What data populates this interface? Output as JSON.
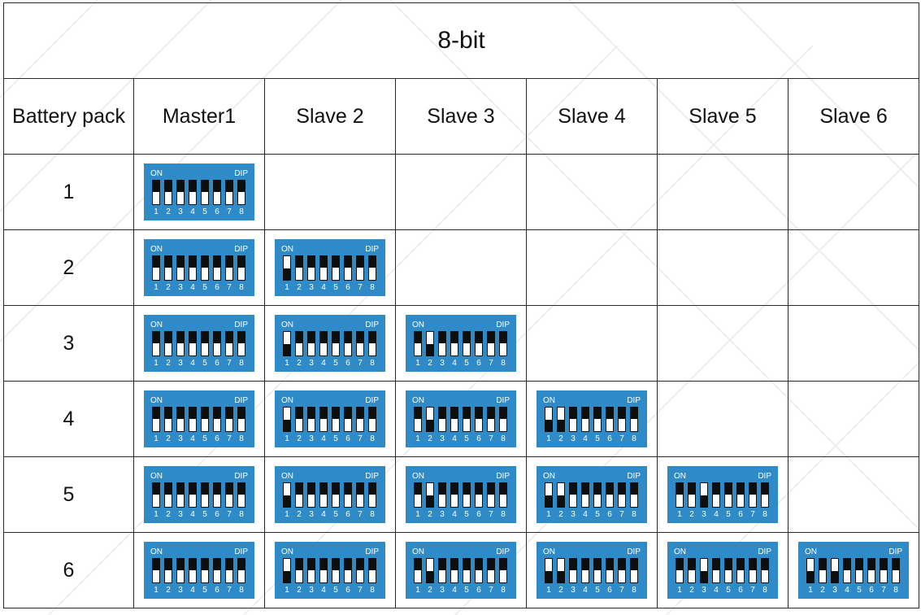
{
  "title": "8-bit",
  "header": {
    "first_col": "Battery pack",
    "columns": [
      "Master1",
      "Slave 2",
      "Slave 3",
      "Slave 4",
      "Slave 5",
      "Slave 6"
    ]
  },
  "dip_labels": {
    "on": "ON",
    "dip": "DIP",
    "numbers": [
      "1",
      "2",
      "3",
      "4",
      "5",
      "6",
      "7",
      "8"
    ]
  },
  "rows": [
    {
      "label": "1",
      "cells": [
        [
          1,
          1,
          1,
          1,
          1,
          1,
          1,
          1
        ],
        null,
        null,
        null,
        null,
        null
      ]
    },
    {
      "label": "2",
      "cells": [
        [
          1,
          1,
          1,
          1,
          1,
          1,
          1,
          1
        ],
        [
          0,
          1,
          1,
          1,
          1,
          1,
          1,
          1
        ],
        null,
        null,
        null,
        null
      ]
    },
    {
      "label": "3",
      "cells": [
        [
          1,
          1,
          1,
          1,
          1,
          1,
          1,
          1
        ],
        [
          0,
          1,
          1,
          1,
          1,
          1,
          1,
          1
        ],
        [
          1,
          0,
          1,
          1,
          1,
          1,
          1,
          1
        ],
        null,
        null,
        null
      ]
    },
    {
      "label": "4",
      "cells": [
        [
          1,
          1,
          1,
          1,
          1,
          1,
          1,
          1
        ],
        [
          0,
          1,
          1,
          1,
          1,
          1,
          1,
          1
        ],
        [
          1,
          0,
          1,
          1,
          1,
          1,
          1,
          1
        ],
        [
          0,
          0,
          1,
          1,
          1,
          1,
          1,
          1
        ],
        null,
        null
      ]
    },
    {
      "label": "5",
      "cells": [
        [
          1,
          1,
          1,
          1,
          1,
          1,
          1,
          1
        ],
        [
          0,
          1,
          1,
          1,
          1,
          1,
          1,
          1
        ],
        [
          1,
          0,
          1,
          1,
          1,
          1,
          1,
          1
        ],
        [
          0,
          0,
          1,
          1,
          1,
          1,
          1,
          1
        ],
        [
          1,
          1,
          0,
          1,
          1,
          1,
          1,
          1
        ],
        null
      ]
    },
    {
      "label": "6",
      "cells": [
        [
          1,
          1,
          1,
          1,
          1,
          1,
          1,
          1
        ],
        [
          0,
          1,
          1,
          1,
          1,
          1,
          1,
          1
        ],
        [
          1,
          0,
          1,
          1,
          1,
          1,
          1,
          1
        ],
        [
          0,
          0,
          1,
          1,
          1,
          1,
          1,
          1
        ],
        [
          1,
          1,
          0,
          1,
          1,
          1,
          1,
          1
        ],
        [
          0,
          1,
          0,
          1,
          1,
          1,
          1,
          1
        ]
      ]
    }
  ],
  "colors": {
    "dip_body": "#2f8bc8",
    "switch_knob": "#0e0e0e",
    "switch_slot": "#ffffff",
    "grid_line": "#2a2a2a"
  }
}
